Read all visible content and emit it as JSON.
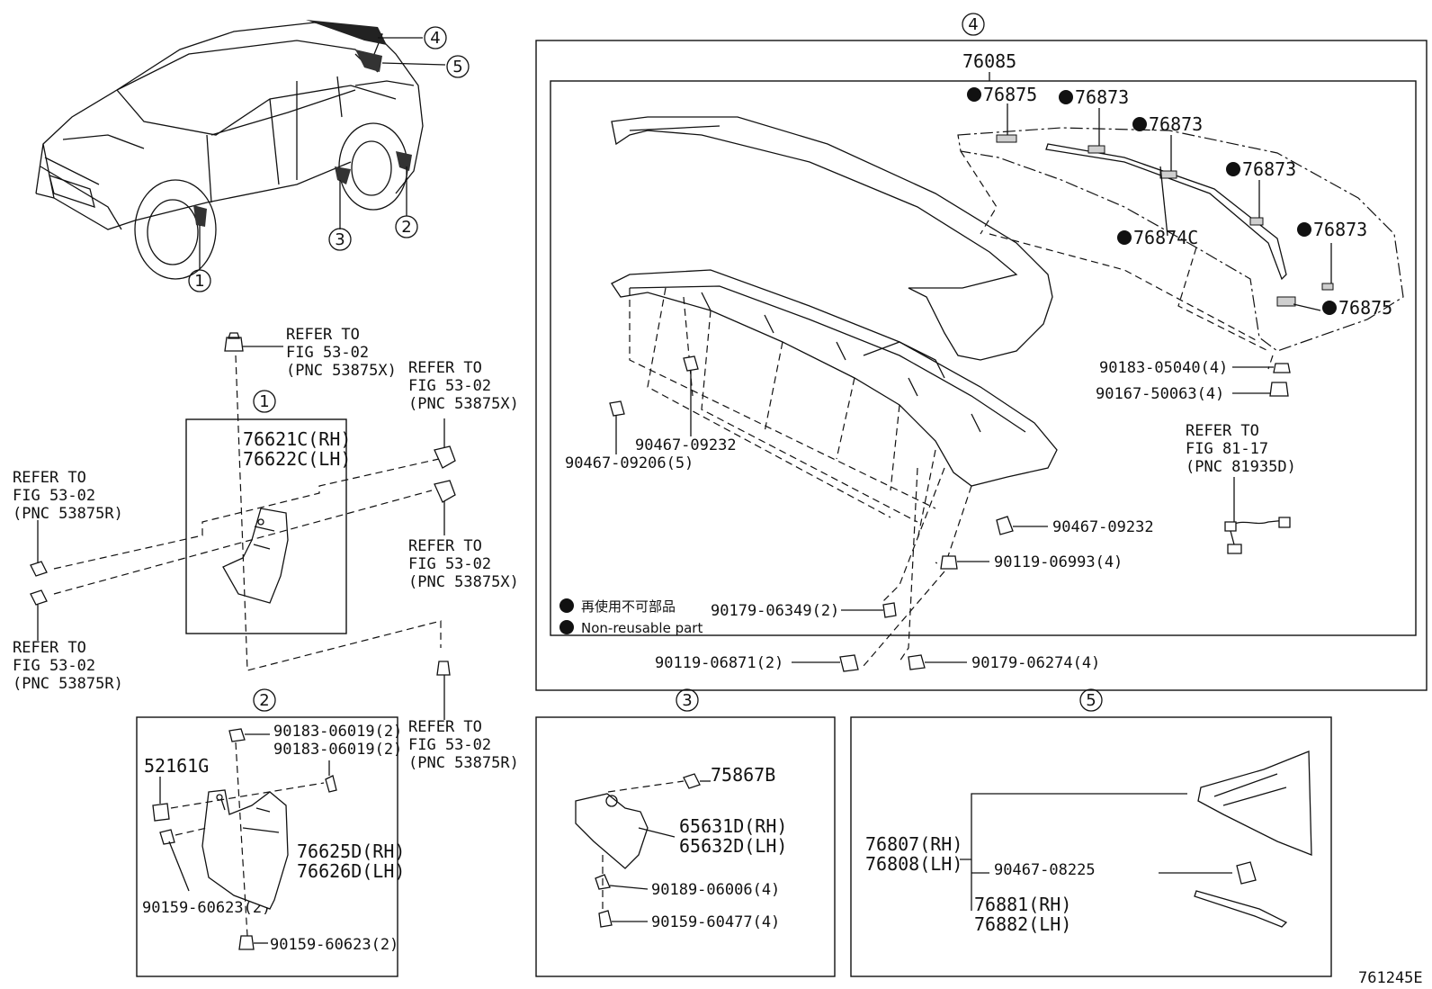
{
  "diagram_id": "761245E",
  "callouts": [
    "1",
    "2",
    "3",
    "4",
    "5"
  ],
  "overview": {
    "callouts": [
      "4",
      "5",
      "3",
      "2",
      "1"
    ]
  },
  "group1": {
    "callout": "1",
    "part_rh": "76621C(RH)",
    "part_lh": "76622C(LH)",
    "refer_top": [
      "REFER TO",
      "FIG 53-02",
      "(PNC 53875X)"
    ],
    "refer_right_top": [
      "REFER TO",
      "FIG 53-02",
      "(PNC 53875X)"
    ],
    "refer_right_mid": [
      "REFER TO",
      "FIG 53-02",
      "(PNC 53875X)"
    ],
    "refer_left_top": [
      "REFER TO",
      "FIG 53-02",
      "(PNC 53875R)"
    ],
    "refer_left_bottom": [
      "REFER TO",
      "FIG 53-02",
      "(PNC 53875R)"
    ],
    "refer_right_bottom": [
      "REFER TO",
      "FIG 53-02",
      "(PNC 53875R)"
    ]
  },
  "group2": {
    "callout": "2",
    "screw": "52161G",
    "clip_a": "90183-06019(2)",
    "clip_b": "90183-06019(2)",
    "part_rh": "76625D(RH)",
    "part_lh": "76626D(LH)",
    "screw_a": "90159-60623(2)",
    "screw_b": "90159-60623(2)"
  },
  "group3": {
    "callout": "3",
    "clip": "75867B",
    "part_rh": "65631D(RH)",
    "part_lh": "65632D(LH)",
    "nut": "90189-06006(4)",
    "screw": "90159-60477(4)"
  },
  "group4": {
    "callout": "4",
    "assembly": "76085",
    "seal_a": "76875",
    "seal_b": "76873",
    "seal_c": "76873",
    "seal_d": "76873",
    "seal_e": "76873",
    "seal_f": "76874C",
    "seal_g": "76875",
    "clip_a": "90183-05040(4)",
    "clip_b": "90167-50063(4)",
    "refer": [
      "REFER TO",
      "FIG 81-17",
      "(PNC 81935D)"
    ],
    "clip_c": "90467-09232",
    "clip_d": "90467-09206(5)",
    "clip_e": "90467-09232",
    "screw_a": "90119-06993(4)",
    "nut_a": "90179-06349(2)",
    "screw_b": "90119-06871(2)",
    "nut_b": "90179-06274(4)",
    "legend_jp": "再使用不可部品",
    "legend_en": "Non-reusable part"
  },
  "group5": {
    "callout": "5",
    "part_rh": "76807(RH)",
    "part_lh": "76808(LH)",
    "clip": "90467-08225",
    "seal_rh": "76881(RH)",
    "seal_lh": "76882(LH)"
  }
}
